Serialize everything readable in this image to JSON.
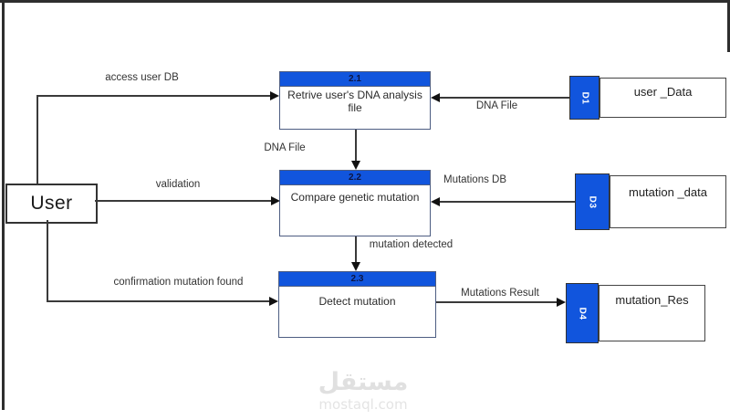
{
  "entity": {
    "label": "User"
  },
  "processes": [
    {
      "id": "2.1",
      "label": "Retrive user's DNA analysis file"
    },
    {
      "id": "2.2",
      "label": "Compare genetic mutation"
    },
    {
      "id": "2.3",
      "label": "Detect mutation"
    }
  ],
  "stores": [
    {
      "id": "D1",
      "label": "user _Data"
    },
    {
      "id": "D3",
      "label": "mutation _data"
    },
    {
      "id": "D4",
      "label": "mutation_Res"
    }
  ],
  "flows": [
    {
      "label": "access user DB",
      "from": "User",
      "to": "2.1"
    },
    {
      "label": "DNA File",
      "from": "D1",
      "to": "2.1"
    },
    {
      "label": "DNA File",
      "from": "2.1",
      "to": "2.2"
    },
    {
      "label": "validation",
      "from": "User",
      "to": "2.2"
    },
    {
      "label": "Mutations DB",
      "from": "D3",
      "to": "2.2"
    },
    {
      "label": "mutation detected",
      "from": "2.2",
      "to": "2.3"
    },
    {
      "label": "confirmation mutation found",
      "from": "User",
      "to": "2.3"
    },
    {
      "label": "Mutations Result",
      "from": "2.3",
      "to": "D4"
    }
  ],
  "watermark": {
    "name_ar": "مستقل",
    "domain": "mostaql.com"
  },
  "colors": {
    "process_header_blue": "#1155dd",
    "store_tab_blue": "#1155dd",
    "line_dark": "#3a3a3a",
    "watermark_gray": "#e0e0e0"
  }
}
